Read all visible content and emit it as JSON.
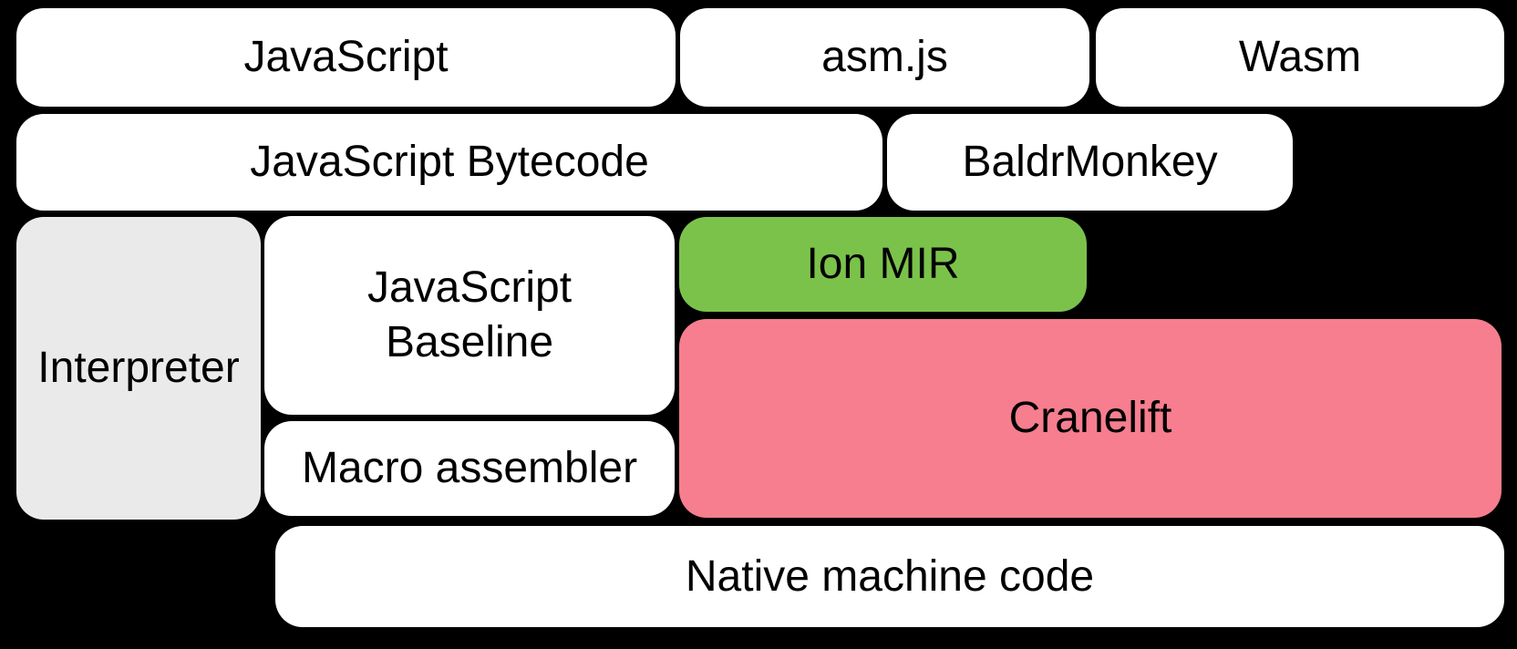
{
  "diagram": {
    "background": "#000000",
    "colors": {
      "box_white": "#ffffff",
      "box_gray": "#eaeaea",
      "box_green": "#7bc24b",
      "box_pink": "#f67e8e",
      "text": "#000000"
    },
    "boxes": {
      "javascript": {
        "label": "JavaScript",
        "fill": "box_white"
      },
      "asmjs": {
        "label": "asm.js",
        "fill": "box_white"
      },
      "wasm": {
        "label": "Wasm",
        "fill": "box_white"
      },
      "bytecode": {
        "label": "JavaScript Bytecode",
        "fill": "box_white"
      },
      "baldrmonkey": {
        "label": "BaldrMonkey",
        "fill": "box_white"
      },
      "interpreter": {
        "label": "Interpreter",
        "fill": "box_gray"
      },
      "baseline": {
        "label": "JavaScript\nBaseline",
        "fill": "box_white"
      },
      "ionmir": {
        "label": "Ion MIR",
        "fill": "box_green"
      },
      "cranelift": {
        "label": "Cranelift",
        "fill": "box_pink"
      },
      "macroassembler": {
        "label": "Macro assembler",
        "fill": "box_white"
      },
      "native": {
        "label": "Native machine code",
        "fill": "box_white"
      }
    }
  }
}
